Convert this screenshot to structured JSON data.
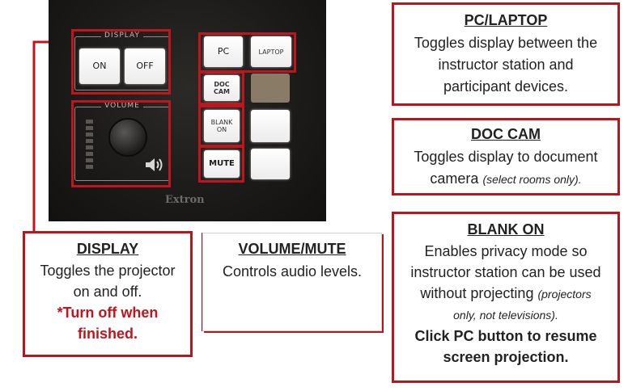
{
  "panel": {
    "display_group_title": "DISPLAY",
    "volume_group_title": "VOLUME",
    "brand": "Extron",
    "buttons": {
      "on": "ON",
      "off": "OFF",
      "pc": "PC",
      "laptop": "LAPTOP",
      "doc_cam": "DOC\nCAM",
      "blank_on": "BLANK\nON",
      "mute": "MUTE"
    },
    "speaker_icon": "speaker-icon"
  },
  "callouts": {
    "pc_laptop": {
      "title": "PC/LAPTOP",
      "line1": "Toggles display between the",
      "line2": "instructor station and",
      "line3": "participant devices."
    },
    "doc_cam": {
      "title": "DOC CAM",
      "line1": "Toggles display to document",
      "line2": "camera",
      "note": "(select rooms only)."
    },
    "blank_on": {
      "title": "BLANK ON",
      "line1": "Enables privacy mode so",
      "line2": "instructor station can be used",
      "line3": "without projecting",
      "note1": "(projectors",
      "note2": "only, not televisions).",
      "bold1": "Click PC button to resume",
      "bold2": "screen projection."
    },
    "display": {
      "title": "DISPLAY",
      "line1": "Toggles the projector",
      "line2": "on and off.",
      "warn1": "*Turn off when",
      "warn2": "finished."
    },
    "volume_mute": {
      "title": "VOLUME/MUTE",
      "line1": "Controls audio levels."
    }
  },
  "colors": {
    "accent_red": "#b7161d",
    "panel_dark": "#1b1a18"
  }
}
